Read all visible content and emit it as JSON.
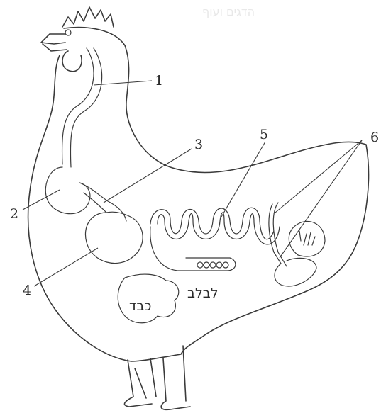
{
  "header_faint_text": "הדגים ועוף",
  "labels": {
    "crop_gullet": "1",
    "crop": "2",
    "proventriculus": "3",
    "gizzard": "4",
    "intestine": "5",
    "cloaca": "6",
    "pancreas": "לבלב",
    "liver": "כבד"
  },
  "colors": {
    "line": "#3a3a3a",
    "background": "#ffffff"
  }
}
